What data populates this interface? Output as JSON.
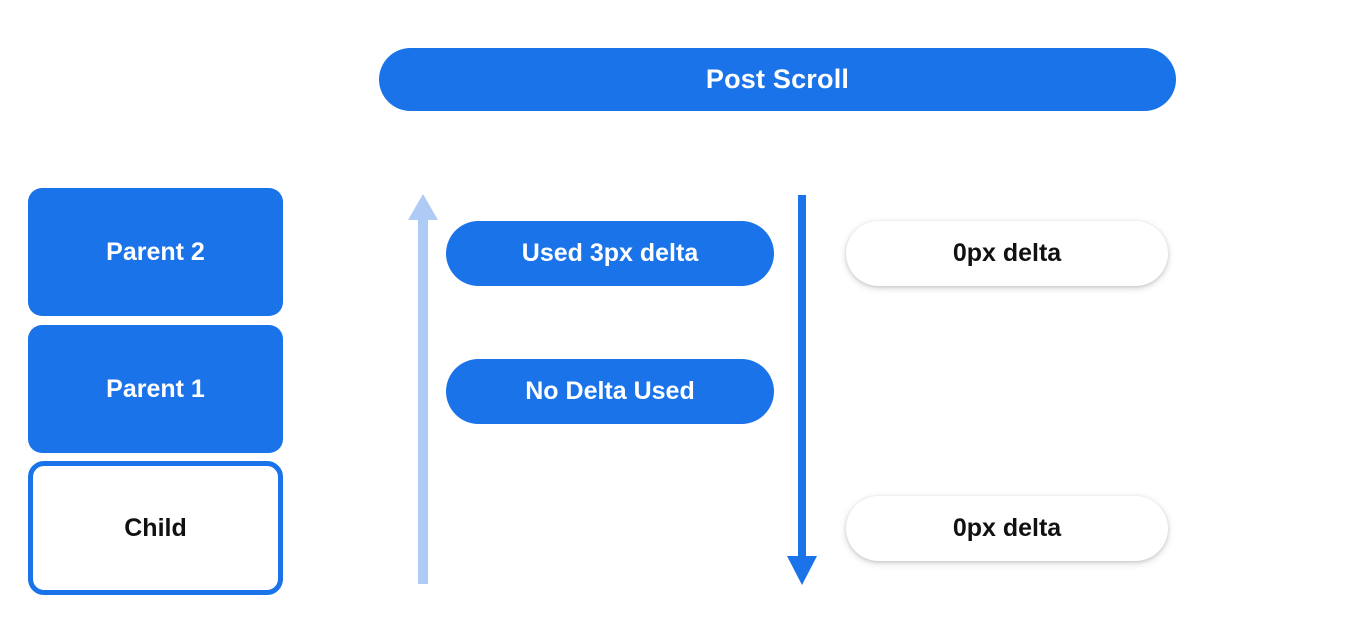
{
  "header": {
    "title": "Post Scroll"
  },
  "hierarchy": {
    "nodes": [
      {
        "label": "Parent 2",
        "style": "filled"
      },
      {
        "label": "Parent 1",
        "style": "filled"
      },
      {
        "label": "Child",
        "style": "outlined"
      }
    ]
  },
  "flow": {
    "up_arrow": {
      "name": "consumed-delta-up-arrow",
      "direction": "up",
      "color": "#aecbf5"
    },
    "down_arrow": {
      "name": "scroll-delta-down-arrow",
      "direction": "down",
      "color": "#1a73e8"
    },
    "middle_pills": [
      {
        "label": "Used 3px delta"
      },
      {
        "label": "No Delta Used"
      }
    ],
    "right_pills": [
      {
        "label": "0px delta"
      },
      {
        "label": "0px delta"
      }
    ]
  },
  "colors": {
    "brand_blue": "#1a73e8",
    "light_blue": "#aecbf5",
    "surface_white": "#ffffff",
    "text_dark": "#111111"
  }
}
